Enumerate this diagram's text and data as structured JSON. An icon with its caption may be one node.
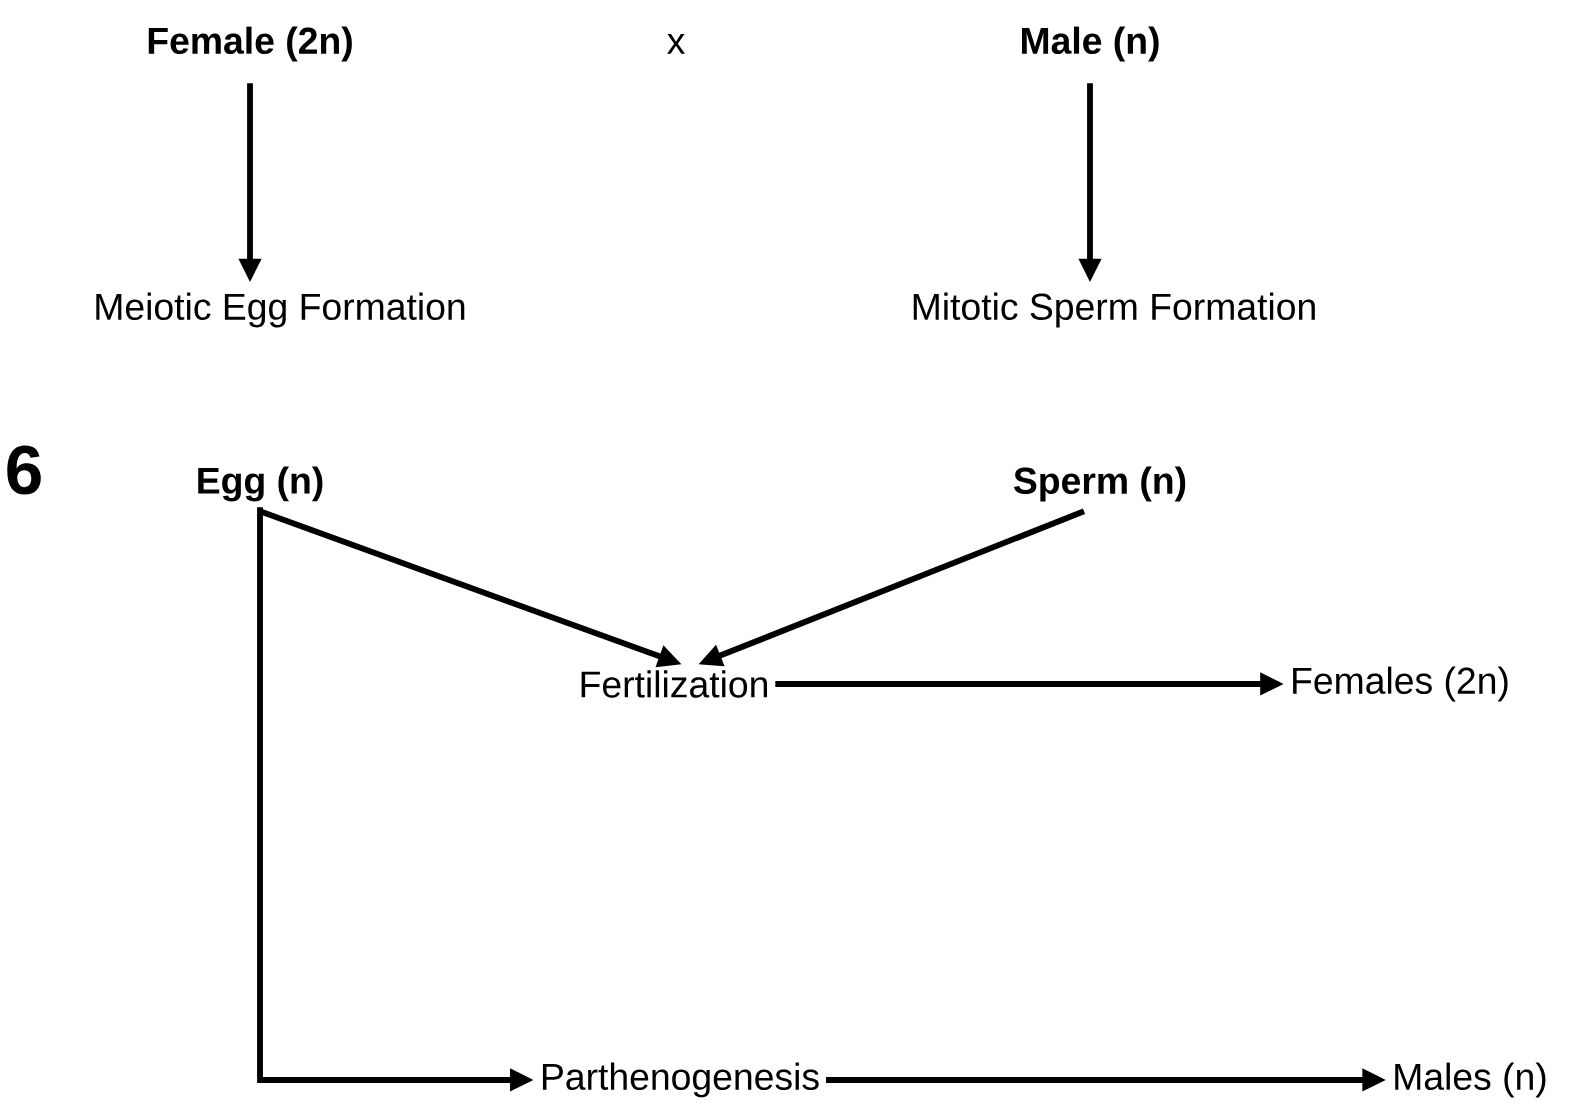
{
  "diagram": {
    "nodes": [
      {
        "text": [
          "Female (2n)"
        ]
      },
      {
        "text": [
          "Male (n)"
        ]
      },
      {
        "text": [
          "Meiotic Egg Formation"
        ]
      },
      {
        "text": [
          "Mitotic Sperm Formation"
        ]
      },
      {
        "text": [
          "Egg (n)"
        ]
      },
      {
        "text": [
          "Sperm (n)"
        ]
      },
      {
        "text": [
          "Fertilization"
        ]
      },
      {
        "text": [
          "Females (2n)"
        ]
      },
      {
        "text": [
          "Parthenogenesis"
        ]
      },
      {
        "text": [
          "Males (n)"
        ]
      }
    ],
    "edges": [
      {
        "from": 0,
        "to": 2,
        "arrow": "to"
      },
      {
        "from": 1,
        "to": 3,
        "arrow": "to"
      },
      {
        "from": 4,
        "to": 6,
        "arrow": "to"
      },
      {
        "from": 5,
        "to": 6,
        "arrow": "to"
      },
      {
        "from": 6,
        "to": 7,
        "arrow": "to"
      },
      {
        "from": 4,
        "to": 8,
        "arrow": "to"
      },
      {
        "from": 8,
        "to": 9,
        "arrow": "to"
      }
    ],
    "labels": [
      "x",
      "6"
    ]
  }
}
